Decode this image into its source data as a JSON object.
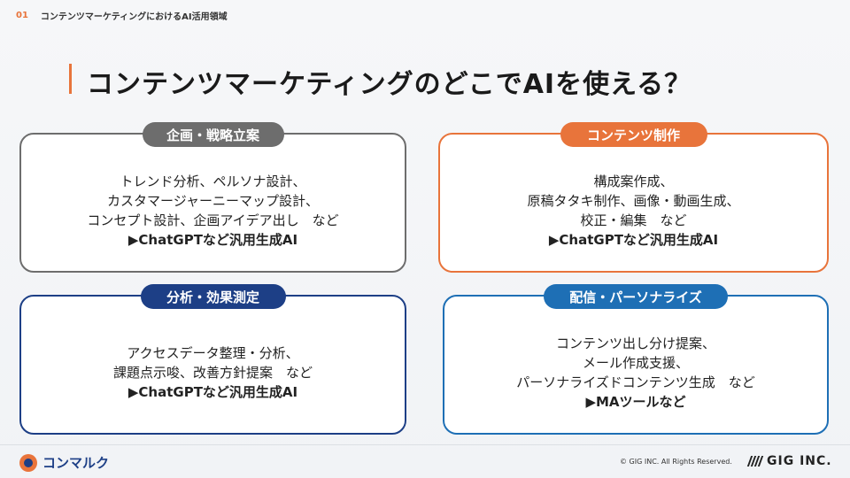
{
  "header": {
    "number": "01",
    "label": "コンテンツマーケティングにおけるAI活用領域"
  },
  "title": "コンテンツマーケティングのどこでAIを使える？",
  "colors": {
    "accent": "#e8743b",
    "gray": "#6d6d6d",
    "navy": "#1d3f86",
    "blue": "#1e6fb5"
  },
  "cards": [
    {
      "label": "企画・戦略立案",
      "lines": [
        "トレンド分析、ペルソナ設計、",
        "カスタマージャーニーマップ設計、",
        "コンセプト設計、企画アイデア出し　など"
      ],
      "tool": "▶ChatGPTなど汎用生成AI"
    },
    {
      "label": "コンテンツ制作",
      "lines": [
        "構成案作成、",
        "原稿タタキ制作、画像・動画生成、",
        "校正・編集　など"
      ],
      "tool": "▶ChatGPTなど汎用生成AI"
    },
    {
      "label": "分析・効果測定",
      "lines": [
        "アクセスデータ整理・分析、",
        "課題点示唆、改善方針提案　など"
      ],
      "tool": "▶ChatGPTなど汎用生成AI"
    },
    {
      "label": "配信・パーソナライズ",
      "lines": [
        "コンテンツ出し分け提案、",
        "メール作成支援、",
        "パーソナライズドコンテンツ生成　など"
      ],
      "tool": "▶MAツールなど"
    }
  ],
  "footer": {
    "logo_text": "コンマルク",
    "copyright": "© GIG INC. All Rights Reserved.",
    "brand": "GIG INC."
  }
}
